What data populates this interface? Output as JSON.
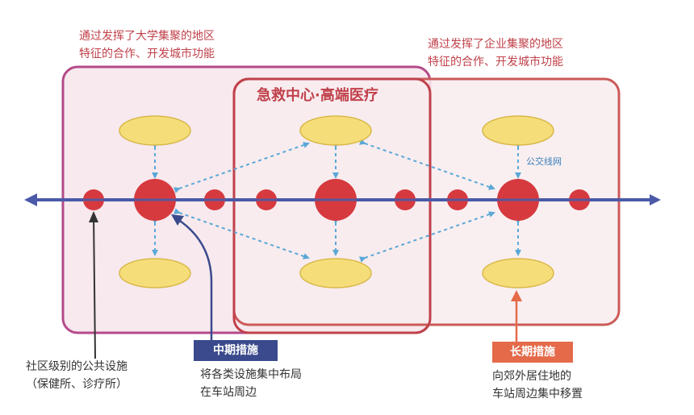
{
  "colors": {
    "university_region_border": "#b54a8a",
    "enterprise_region_border": "#cc5a5a",
    "center_region_border": "#c0414a",
    "region_fill": "#f7e9ee",
    "axis": "#4a5aa8",
    "node": "#d63a3f",
    "facility": "#f5de7a",
    "link": "#5aa8d6",
    "mid_tag": "#3a4a8c",
    "long_tag": "#e46a4a"
  },
  "regions": {
    "university": {
      "caption_line1": "通过发挥了大学集聚的地区",
      "caption_line2": "特征的合作、开发城市功能"
    },
    "enterprise": {
      "caption_line1": "通过发挥了企业集聚的地区",
      "caption_line2": "特征的合作、开发城市功能"
    },
    "center": {
      "title": "急救中心·高端医疗"
    }
  },
  "network_label": "公交线网",
  "annotations": {
    "community": {
      "line1": "社区级别的公共设施",
      "line2": "（保健所、诊疗所）"
    },
    "mid_term": {
      "tag": "中期措施",
      "line1": "将各类设施集中布局",
      "line2": "在车站周边"
    },
    "long_term": {
      "tag": "长期措施",
      "line1": "向郊外居住地的",
      "line2": "车站周边集中移置"
    }
  }
}
